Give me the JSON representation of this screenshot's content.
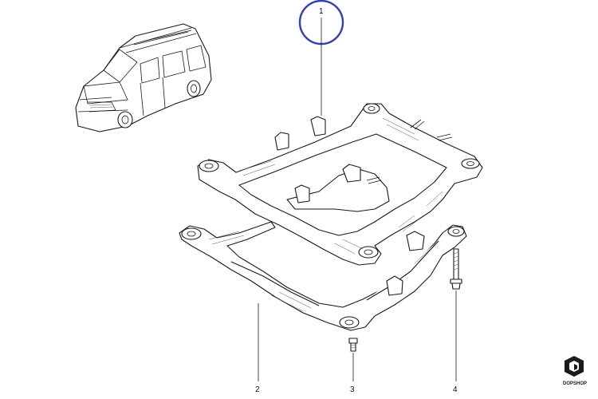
{
  "diagram": {
    "callouts": [
      {
        "id": "1",
        "label": "1"
      },
      {
        "id": "2",
        "label": "2"
      },
      {
        "id": "3",
        "label": "3"
      },
      {
        "id": "4",
        "label": "4"
      }
    ],
    "highlight_color": "#3340b3",
    "line_color": "#1a1a1a",
    "logo": {
      "text": "DOPSHOP",
      "color": "#1a1a1a"
    }
  }
}
